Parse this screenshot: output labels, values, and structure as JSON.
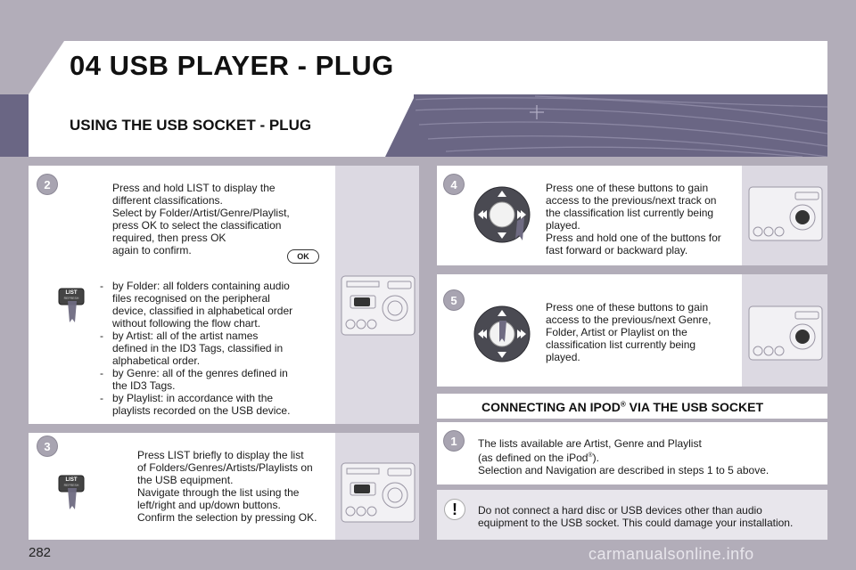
{
  "header": {
    "chapter": "04",
    "title": "USB PLAYER - PLUG",
    "section": "USING THE USB SOCKET - PLUG"
  },
  "steps": {
    "s2": {
      "num": "2",
      "intro": "Press and hold LIST to display the\ndifferent classifications.\nSelect by Folder/Artist/Genre/Playlist,\npress OK to select the classification\nrequired, then press OK\nagain to confirm.",
      "ok_label": "OK",
      "button_label": "LIST",
      "button_sub": "REFRESH",
      "items": [
        "by Folder: all folders containing audio\nfiles recognised on the peripheral\ndevice, classified in alphabetical order\nwithout following the flow chart.",
        "by Artist: all of the artist names\ndefined in the ID3 Tags, classified in\nalphabetical order.",
        "by Genre: all of the genres defined in\nthe ID3 Tags.",
        "by Playlist: in accordance with the\nplaylists recorded on the USB device."
      ]
    },
    "s3": {
      "num": "3",
      "text": "Press LIST briefly to display the list\nof Folders/Genres/Artists/Playlists on\nthe USB equipment.\nNavigate through the list using the\nleft/right and up/down buttons.\nConfirm the selection by pressing OK.",
      "button_label": "LIST",
      "button_sub": "REFRESH"
    },
    "s4": {
      "num": "4",
      "text": "Press one of these buttons to gain\naccess to the previous/next track on\nthe classification list currently being\nplayed.\nPress and hold one of the buttons for\nfast forward or backward play."
    },
    "s5": {
      "num": "5",
      "text": "Press one of these buttons to gain\naccess to the previous/next Genre,\nFolder, Artist or Playlist on the\nclassification list currently being\nplayed."
    }
  },
  "ipod": {
    "title_pre": "CONNECTING AN IPOD",
    "reg": "®",
    "title_post": " VIA THE USB SOCKET",
    "num": "1",
    "line1": "The lists available are Artist, Genre and Playlist",
    "line2_pre": "(as defined on the iPod",
    "line2_post": ").",
    "line3": "Selection and Navigation are described in steps 1 to 5 above."
  },
  "warning": {
    "icon": "!",
    "text": "Do not connect a hard disc or USB devices other than audio\nequipment to the USB socket. This could damage your installation."
  },
  "footer": {
    "page": "282",
    "watermark": "carmanualsonline.info"
  },
  "colors": {
    "background": "#b2adb9",
    "banner": "#6a6684",
    "thumb": "#dcd9e2",
    "badge": "#a8a4b1"
  }
}
